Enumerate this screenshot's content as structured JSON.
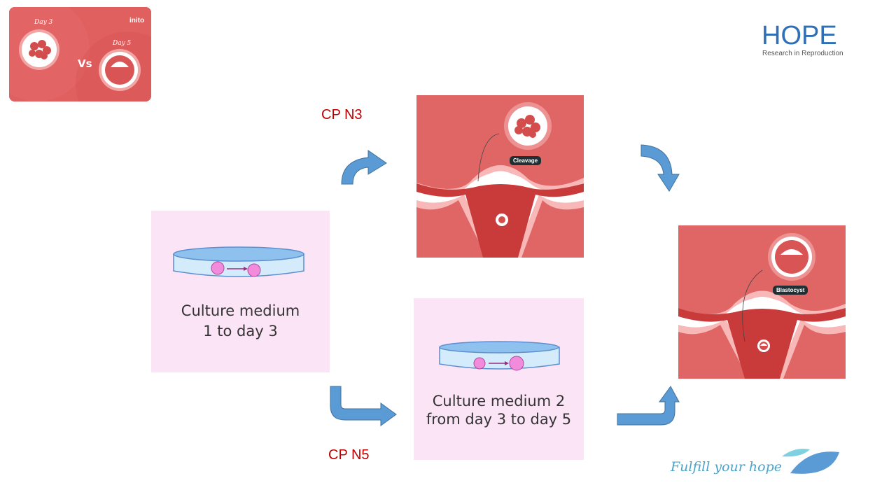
{
  "thumbnail": {
    "day_left": "Day 3",
    "day_right": "Day 5",
    "vs": "Vs",
    "brand": "inito"
  },
  "logo": {
    "word": "HOPE",
    "subtitle": "Research in Reproduction"
  },
  "labels": {
    "cp_n3": "CP N3",
    "cp_n5": "CP N5"
  },
  "panels": {
    "medium1": {
      "line1": "Culture medium",
      "line2": "1 to day 3"
    },
    "medium2": {
      "line1": "Culture medium 2",
      "line2": "from day 3 to day 5"
    },
    "cleavage": {
      "tag": "Cleavage"
    },
    "blastocyst": {
      "tag": "Blastocyst"
    }
  },
  "footer": {
    "tagline": "Fulfill your hope"
  },
  "colors": {
    "arrow": "#5b9bd5",
    "cp_label": "#c00000",
    "panel_pink": "#fce4f7",
    "uterus_bg": "#e06666",
    "logo_blue": "#2f6fb5"
  }
}
